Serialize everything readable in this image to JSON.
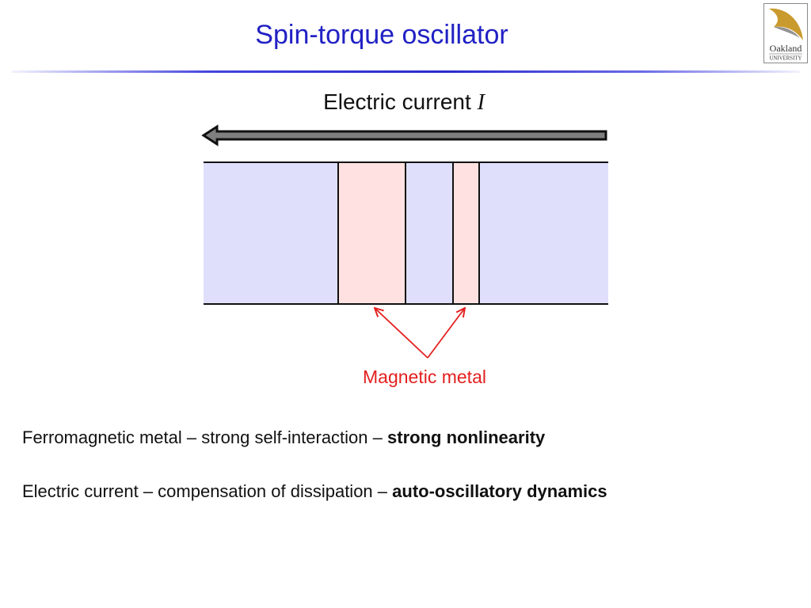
{
  "title": "Spin-torque oscillator",
  "logo": {
    "line1": "Oakland",
    "line2": "UNIVERSITY"
  },
  "diagram": {
    "current_label": "Electric current",
    "current_symbol": "I",
    "magnetic_label": "Magnetic metal"
  },
  "bullets": [
    {
      "text": "Ferromagnetic metal – strong self-interaction –",
      "emphasis": "strong nonlinearity"
    },
    {
      "text": "Electric current – compensation of dissipation –",
      "emphasis": "auto-oscillatory dynamics"
    }
  ],
  "colors": {
    "title": "#2121c4",
    "current_arrow": "#7f7f7f",
    "nonmagnetic_layer": "#dfdffb",
    "magnetic_layer": "#ffe1e1",
    "annotation": "#e3201f",
    "logo_gold": "#c99a2e"
  }
}
